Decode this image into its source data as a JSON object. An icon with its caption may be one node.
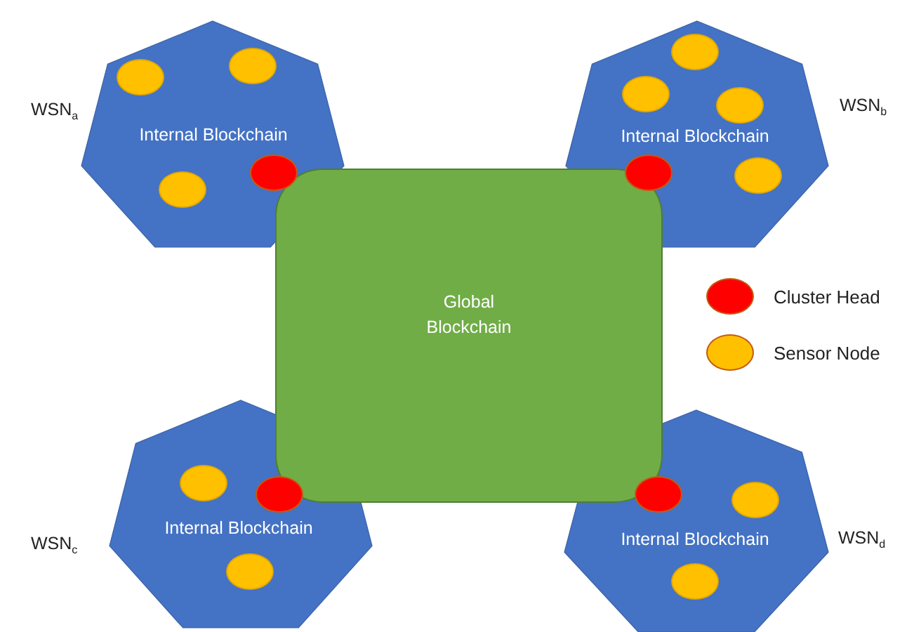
{
  "diagram": {
    "nodes": [
      {
        "text": [
          "Internal Blockchain"
        ],
        "beside": [
          "WSN$_{a}$"
        ]
      },
      {
        "text": [],
        "shape": "circle",
        "in": 0
      },
      {
        "text": [],
        "shape": "circle",
        "in": 0
      },
      {
        "text": [],
        "shape": "circle",
        "in": 0
      },
      {
        "text": [],
        "shape": "circle",
        "in": 0
      },
      {
        "text": [
          "Internal Blockchain"
        ],
        "beside": [
          "WSN$_{b}$"
        ]
      },
      {
        "text": [],
        "shape": "circle",
        "in": 5
      },
      {
        "text": [],
        "shape": "circle",
        "in": 5
      },
      {
        "text": [],
        "shape": "circle",
        "in": 5
      },
      {
        "text": [],
        "shape": "circle",
        "in": 5
      },
      {
        "text": [],
        "shape": "circle",
        "in": 5
      },
      {
        "text": [
          "Global Blockchain"
        ]
      },
      {
        "text": [
          "Internal Blockchain"
        ],
        "beside": [
          "WSN$_{c}$"
        ]
      },
      {
        "text": [],
        "shape": "circle",
        "in": 12
      },
      {
        "text": [],
        "shape": "circle",
        "in": 12
      },
      {
        "text": [],
        "shape": "circle",
        "in": 12
      },
      {
        "text": [
          "Internal Blockchain"
        ],
        "beside": [
          "WSN$_{d}$"
        ]
      },
      {
        "text": [],
        "shape": "circle",
        "in": 16
      },
      {
        "text": [],
        "shape": "circle",
        "in": 16
      },
      {
        "text": [],
        "shape": "circle",
        "in": 16
      }
    ],
    "legend": [
      {
        "text": "Cluster Head",
        "color": "#ff0000"
      },
      {
        "text": "Sensor Node",
        "color": "#ffc000"
      }
    ]
  }
}
